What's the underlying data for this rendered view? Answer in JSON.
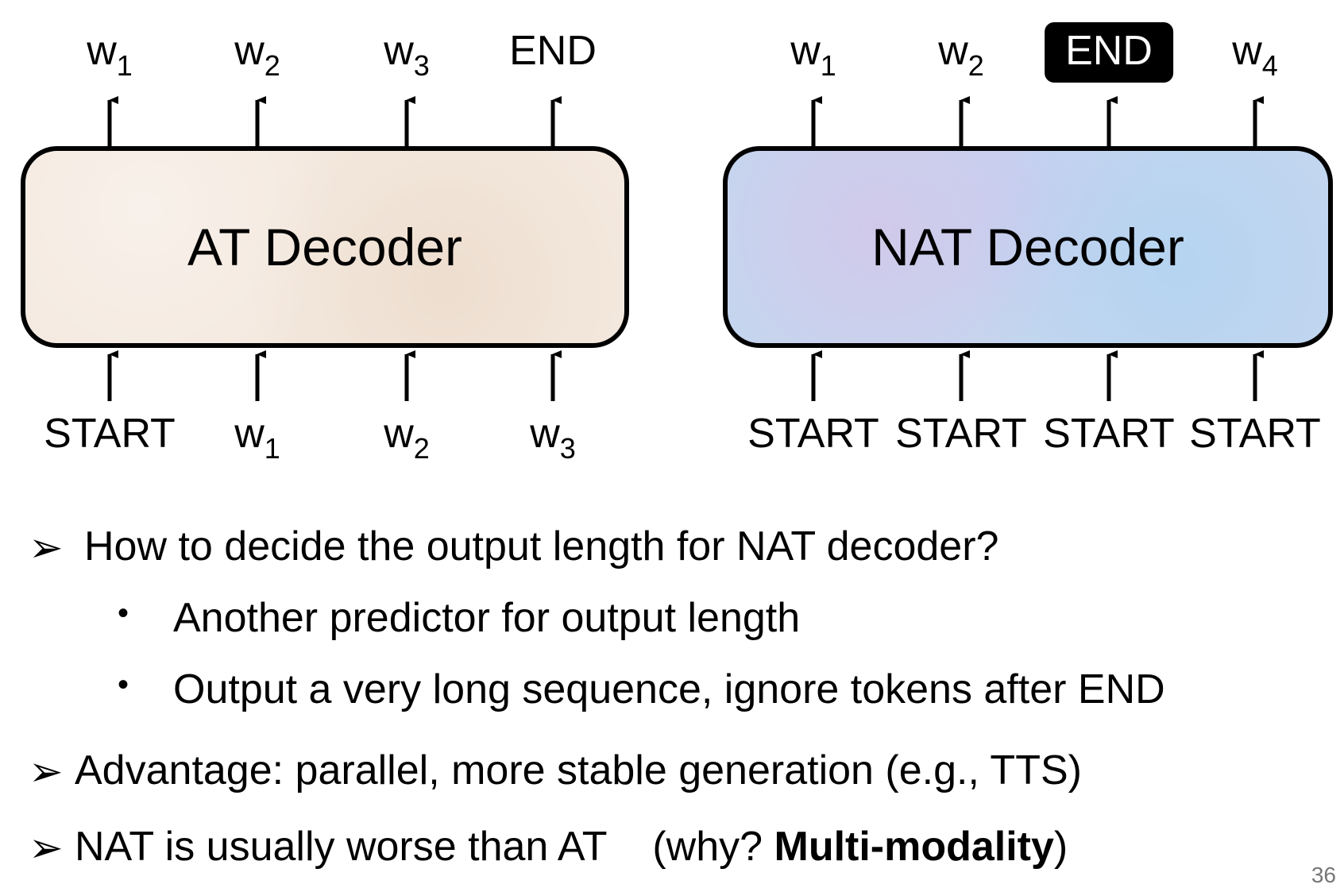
{
  "at": {
    "title": "AT Decoder",
    "outputs": [
      {
        "base": "w",
        "sub": "1"
      },
      {
        "base": "w",
        "sub": "2"
      },
      {
        "base": "w",
        "sub": "3"
      },
      {
        "base": "END",
        "sub": ""
      }
    ],
    "inputs": [
      {
        "base": "START",
        "sub": ""
      },
      {
        "base": "w",
        "sub": "1"
      },
      {
        "base": "w",
        "sub": "2"
      },
      {
        "base": "w",
        "sub": "3"
      }
    ]
  },
  "nat": {
    "title": "NAT Decoder",
    "outputs": [
      {
        "base": "w",
        "sub": "1"
      },
      {
        "base": "w",
        "sub": "2"
      },
      {
        "base": "END",
        "sub": "",
        "highlight": true
      },
      {
        "base": "w",
        "sub": "4"
      }
    ],
    "inputs": [
      {
        "base": "START",
        "sub": ""
      },
      {
        "base": "START",
        "sub": ""
      },
      {
        "base": "START",
        "sub": ""
      },
      {
        "base": "START",
        "sub": ""
      }
    ]
  },
  "bullets": {
    "q1": "How to decide the output length for NAT decoder?",
    "q1_sub1": "Another predictor for output length",
    "q1_sub2": "Output a very long sequence, ignore tokens after END",
    "adv": "Advantage: parallel, more stable generation (e.g., TTS)",
    "worse_prefix": "NAT is usually worse than AT    (why? ",
    "worse_bold": "Multi-modality",
    "worse_suffix": ")"
  },
  "page_number": "36",
  "icons": {
    "arrow_bullet": "arrowhead-bullet-icon",
    "dot_bullet": "dot-bullet-icon",
    "up_arrow": "up-arrow-icon"
  }
}
